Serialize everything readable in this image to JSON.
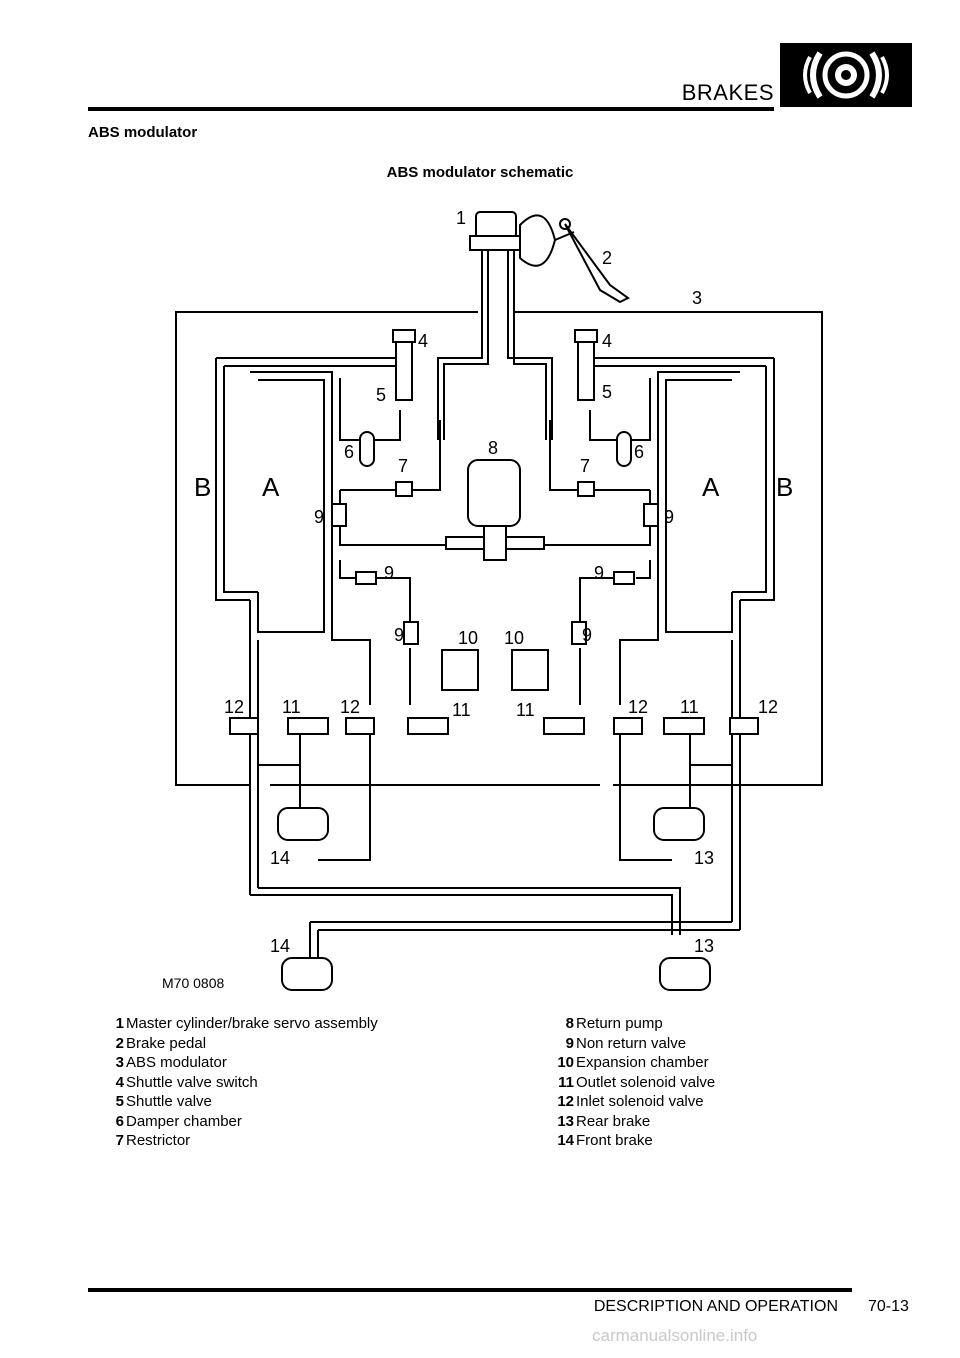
{
  "header": {
    "title": "BRAKES",
    "logo_icon": "brake-disc-icon"
  },
  "section_title": "ABS modulator",
  "figure": {
    "caption": "ABS modulator schematic",
    "reference": "M70 0808",
    "circuit_labels": {
      "a": "A",
      "b": "B"
    },
    "callouts": [
      "1",
      "2",
      "3",
      "4",
      "5",
      "6",
      "7",
      "8",
      "9",
      "10",
      "11",
      "12",
      "13",
      "14"
    ]
  },
  "legend": [
    {
      "num": "1",
      "text": "Master cylinder/brake servo assembly"
    },
    {
      "num": "2",
      "text": "Brake pedal"
    },
    {
      "num": "3",
      "text": "ABS modulator"
    },
    {
      "num": "4",
      "text": "Shuttle valve switch"
    },
    {
      "num": "5",
      "text": "Shuttle valve"
    },
    {
      "num": "6",
      "text": "Damper chamber"
    },
    {
      "num": "7",
      "text": "Restrictor"
    },
    {
      "num": "8",
      "text": "Return pump"
    },
    {
      "num": "9",
      "text": "Non return valve"
    },
    {
      "num": "10",
      "text": "Expansion chamber"
    },
    {
      "num": "11",
      "text": "Outlet solenoid valve"
    },
    {
      "num": "12",
      "text": "Inlet solenoid valve"
    },
    {
      "num": "13",
      "text": "Rear brake"
    },
    {
      "num": "14",
      "text": "Front brake"
    }
  ],
  "footer": {
    "section": "DESCRIPTION AND OPERATION",
    "page": "70-13"
  },
  "watermark": "carmanualsonline.info"
}
